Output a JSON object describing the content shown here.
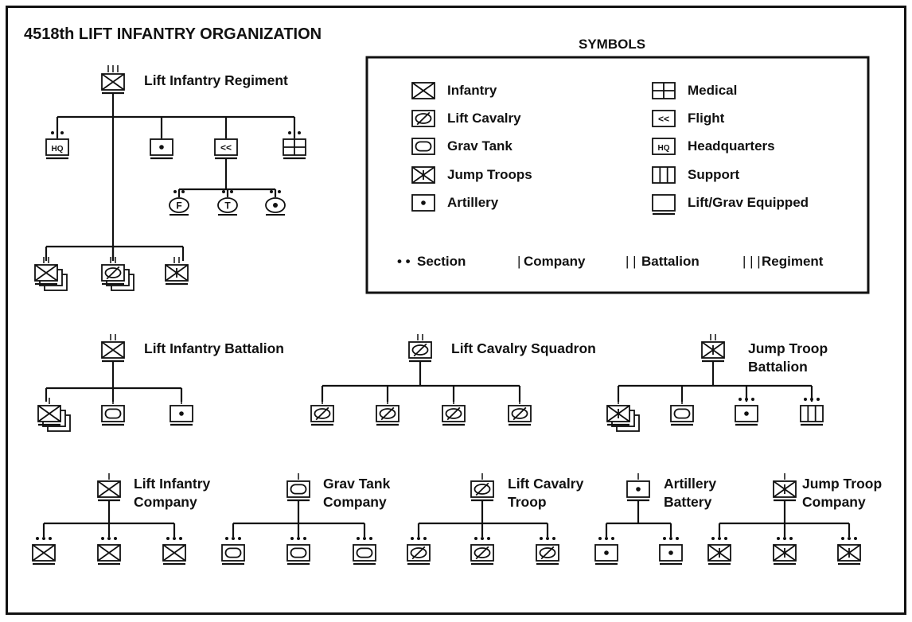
{
  "title": "4518th LIFT INFANTRY ORGANIZATION",
  "legend": {
    "heading": "SYMBOLS",
    "symbols": [
      {
        "icon": "infantry-icon",
        "label": "Infantry"
      },
      {
        "icon": "lift-cavalry-icon",
        "label": "Lift Cavalry"
      },
      {
        "icon": "grav-tank-icon",
        "label": "Grav Tank"
      },
      {
        "icon": "jump-troops-icon",
        "label": "Jump Troops"
      },
      {
        "icon": "artillery-icon",
        "label": "Artillery"
      },
      {
        "icon": "medical-icon",
        "label": "Medical"
      },
      {
        "icon": "flight-icon",
        "label": "Flight"
      },
      {
        "icon": "headquarters-icon",
        "label": "Headquarters"
      },
      {
        "icon": "support-icon",
        "label": "Support"
      },
      {
        "icon": "lift-grav-equipped-icon",
        "label": "Lift/Grav Equipped"
      }
    ],
    "size_key": [
      {
        "marker": "• •",
        "label": "Section"
      },
      {
        "marker": "|",
        "label": "Company"
      },
      {
        "marker": "| |",
        "label": "Battalion"
      },
      {
        "marker": "| | |",
        "label": "Regiment"
      }
    ],
    "hq_text": "HQ",
    "flight_text": "<<"
  },
  "units": {
    "regiment": "Lift Infantry Regiment",
    "infantry_battalion": "Lift Infantry Battalion",
    "cavalry_squadron": "Lift Cavalry Squadron",
    "jump_battalion_line1": "Jump Troop",
    "jump_battalion_line2": "Battalion",
    "infantry_company_line1": "Lift Infantry",
    "infantry_company_line2": "Company",
    "grav_company_line1": "Grav Tank",
    "grav_company_line2": "Company",
    "cavalry_troop_line1": "Lift Cavalry",
    "cavalry_troop_line2": "Troop",
    "artillery_battery_line1": "Artillery",
    "artillery_battery_line2": "Battery",
    "jump_company_line1": "Jump Troop",
    "jump_company_line2": "Company"
  },
  "flight_sections": [
    "F",
    "T",
    "•"
  ]
}
